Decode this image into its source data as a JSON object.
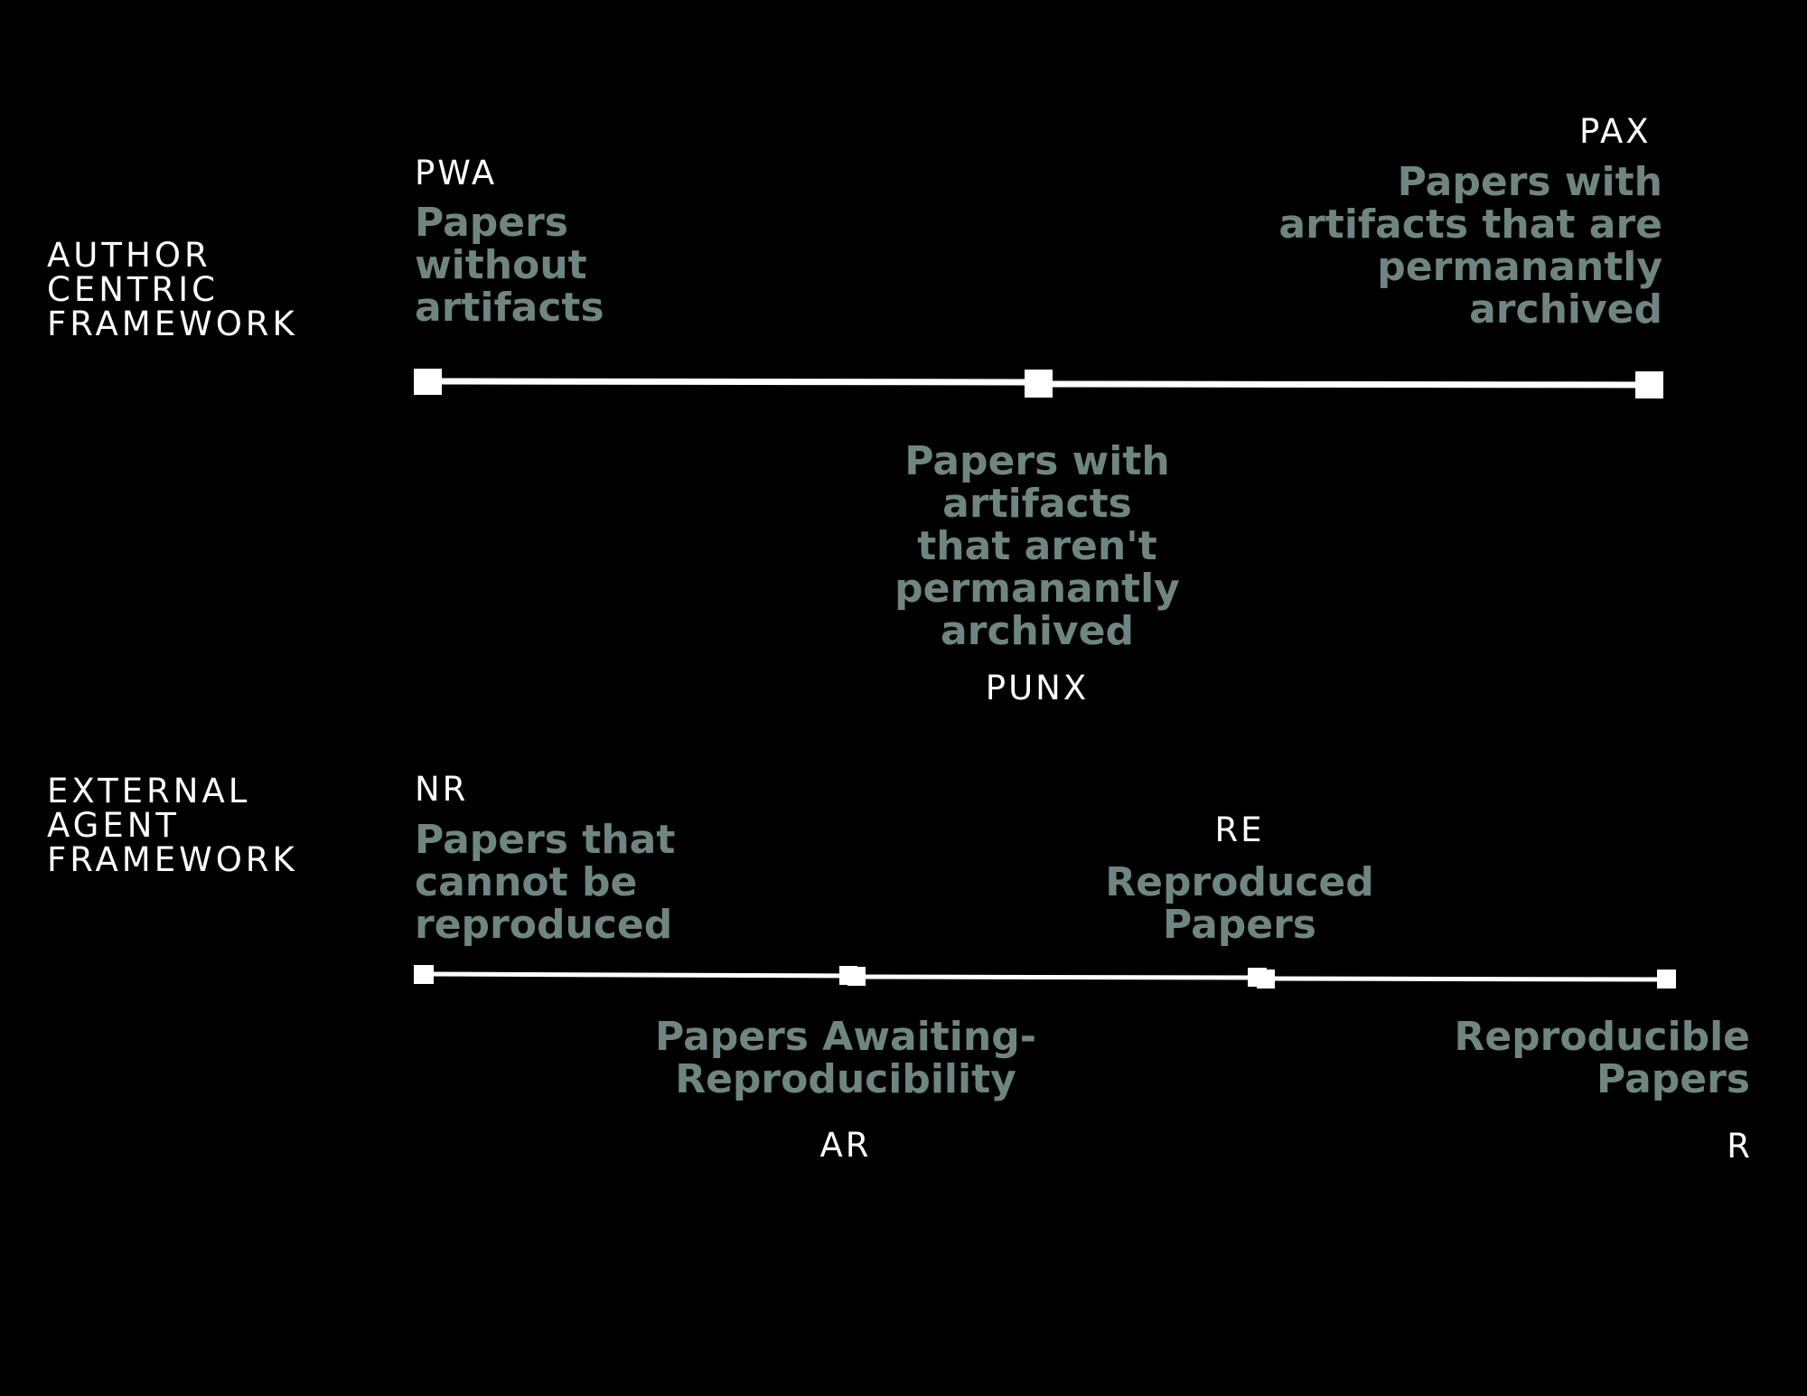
{
  "colors": {
    "background": "#000000",
    "line": "#ffffff",
    "code_text": "#ffffff",
    "description_text": "#6f8582"
  },
  "author_framework": {
    "label": "AUTHOR\nCENTRIC\nFRAMEWORK",
    "stages": [
      {
        "code": "PWA",
        "description": "Papers\nwithout\nartifacts"
      },
      {
        "code": "PUNX",
        "description": "Papers with\nartifacts\nthat aren't\npermanantly\narchived"
      },
      {
        "code": "PAX",
        "description": "Papers with\nartifacts that are\npermanantly\narchived"
      }
    ]
  },
  "external_framework": {
    "label": "EXTERNAL\nAGENT\nFRAMEWORK",
    "stages": [
      {
        "code": "NR",
        "description": "Papers that\ncannot be\nreproduced"
      },
      {
        "code": "AR",
        "description": "Papers Awaiting-\nReproducibility"
      },
      {
        "code": "RE",
        "description": "Reproduced\nPapers"
      },
      {
        "code": "R",
        "description": "Reproducible\nPapers"
      }
    ]
  }
}
